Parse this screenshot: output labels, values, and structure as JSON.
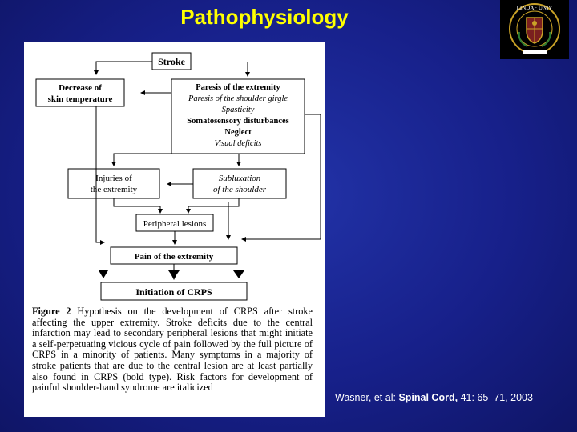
{
  "slide": {
    "title": "Pathophysiology"
  },
  "logo": {
    "text": "LOMA LINDA UNIVERSITY",
    "colors": {
      "background": "#000000",
      "ring": "#c9a227",
      "shield": "#7a1f1f"
    }
  },
  "diagram": {
    "stroke": "Stroke",
    "skin": [
      "Decrease of",
      "skin temperature"
    ],
    "paresis": [
      {
        "text": "Paresis of the extremity",
        "style": "bold"
      },
      {
        "text": "Paresis of the shoulder girgle",
        "style": "italic"
      },
      {
        "text": "Spasticity",
        "style": "italic"
      },
      {
        "text": "Somatosensory disturbances",
        "style": "bold"
      },
      {
        "text": "Neglect",
        "style": "bold"
      },
      {
        "text": "Visual deficits",
        "style": "italic"
      }
    ],
    "injuries": [
      "Injuries of",
      "the extremity"
    ],
    "subluxation": [
      "Subluxation",
      "of the shoulder"
    ],
    "peripheral": "Peripheral lesions",
    "pain": "Pain of the extremity",
    "crps": "Initiation of CRPS"
  },
  "caption": {
    "label": "Figure 2",
    "text": "Hypothesis on the development of CRPS after stroke affecting the upper extremity. Stroke deficits due to the central infarction may lead to secondary peripheral lesions that might initiate a self-perpetuating vicious cycle of pain followed by the full picture of CRPS in a minority of patients. Many symptoms in a majority of stroke patients that are due to the central lesion are at least partially also found in CRPS (bold type). Risk factors for development of painful shoulder-hand syndrome are italicized"
  },
  "citation": {
    "authors": "Wasner, et al:",
    "journal": "Spinal Cord,",
    "ref": "41: 65–71, 2003"
  }
}
